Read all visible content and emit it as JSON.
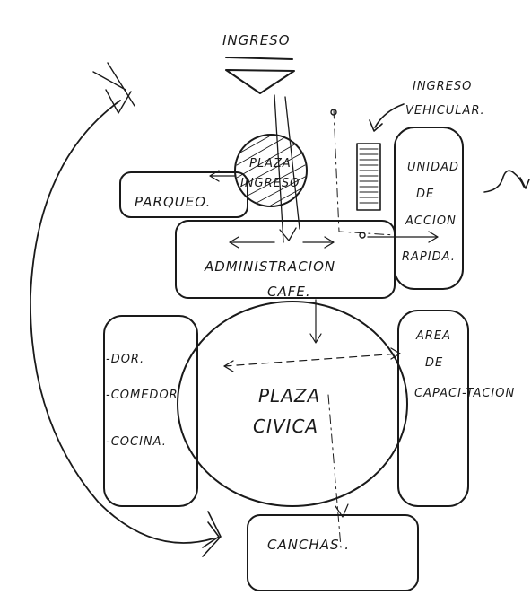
{
  "labels": {
    "ingreso": "INGRESO",
    "ingreso_vehicular_1": "INGRESO",
    "ingreso_vehicular_2": "VEHICULAR.",
    "plaza_ingreso_1": "PLAZA",
    "plaza_ingreso_2": "INGRESO",
    "parqueo": "PARQUEO.",
    "unidad_1": "UNIDAD",
    "unidad_2": "DE",
    "unidad_3": "ACCION",
    "unidad_4": "RAPIDA.",
    "administracion": "ADMINISTRACION",
    "cafe": "CAFE.",
    "dor": "-DOR.",
    "comedor": "-COMEDOR",
    "cocina": "-COCINA.",
    "plaza_civica_1": "PLAZA",
    "plaza_civica_2": "CIVICA",
    "area_1": "AREA",
    "area_2": "DE",
    "area_3": "CAPACI-TACION",
    "canchas": "CANCHAS ."
  }
}
